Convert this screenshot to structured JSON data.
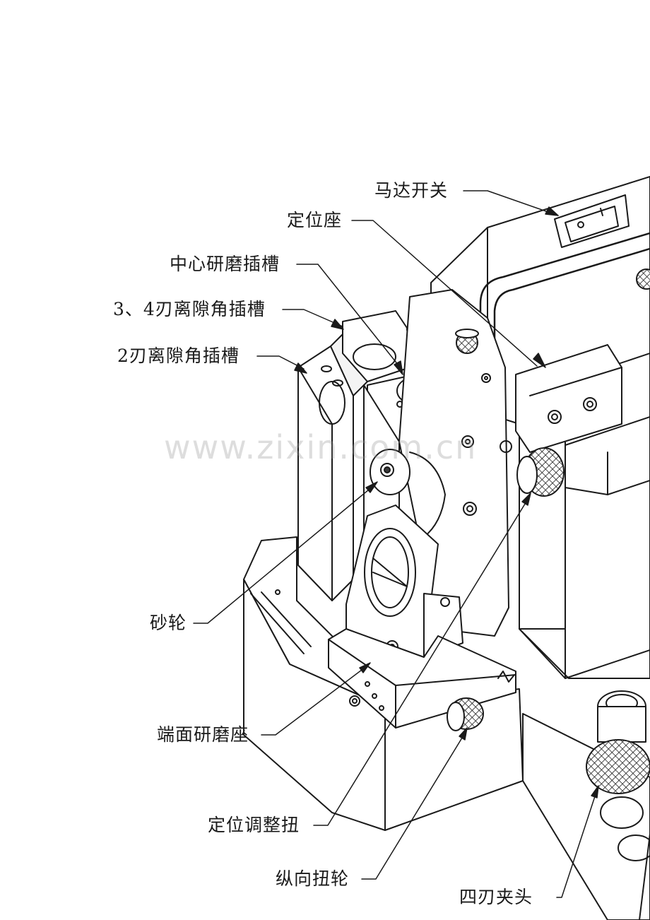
{
  "colors": {
    "ink": "#1a1a1a",
    "paper": "#ffffff",
    "shade": "#d9d9d9",
    "dark": "#3a3a3a"
  },
  "callouts": {
    "motor_switch": "马达开关",
    "positioning_seat": "定位座",
    "center_grinding_slot": "中心研磨插槽",
    "slot_3_4_edge_clearance": "3、4刃离隙角插槽",
    "slot_2_edge_clearance": "2刃离隙角插槽",
    "grinding_wheel": "砂轮",
    "end_face_grinding_seat": "端面研磨座",
    "positioning_adjust_knob": "定位调整扭",
    "longitudinal_knob": "纵向扭轮",
    "four_edge_chuck": "四刃夹头"
  },
  "watermark": "www.zixin.com.cn"
}
